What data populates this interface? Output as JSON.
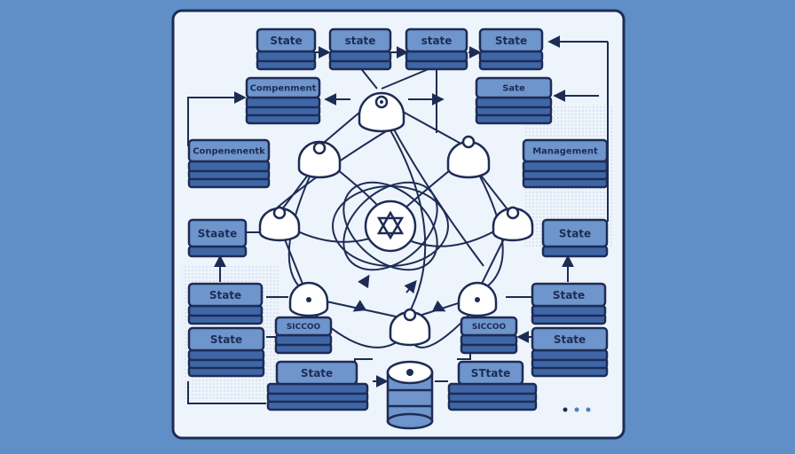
{
  "colors": {
    "background": "#5f8fc6",
    "panel": "#eef4fb",
    "outline": "#1d2c55",
    "box_fill": "#6e95cc",
    "box_shadow": "#3f67a8",
    "node_fill": "#ffffff",
    "dot_accent": "#4a7fc0"
  },
  "labels": {
    "top_state_1": "State",
    "top_state_2": "state",
    "top_state_3": "state",
    "top_state_4": "State",
    "component_top": "Compenment",
    "sate_right": "Sate",
    "component_left": "Conpenenentk",
    "management": "Management",
    "state_left_mid": "Staate",
    "state_right_mid": "State",
    "state_left_low1": "State",
    "state_right_low1": "State",
    "scroll_left": "SICCOO",
    "scroll_right": "SICCOO",
    "state_left_low2": "State",
    "state_right_low2": "State",
    "state_bottom_left": "State",
    "state_bottom_right": "STtate"
  },
  "center_icon": "star-of-david-icon",
  "pager_dots": 3
}
